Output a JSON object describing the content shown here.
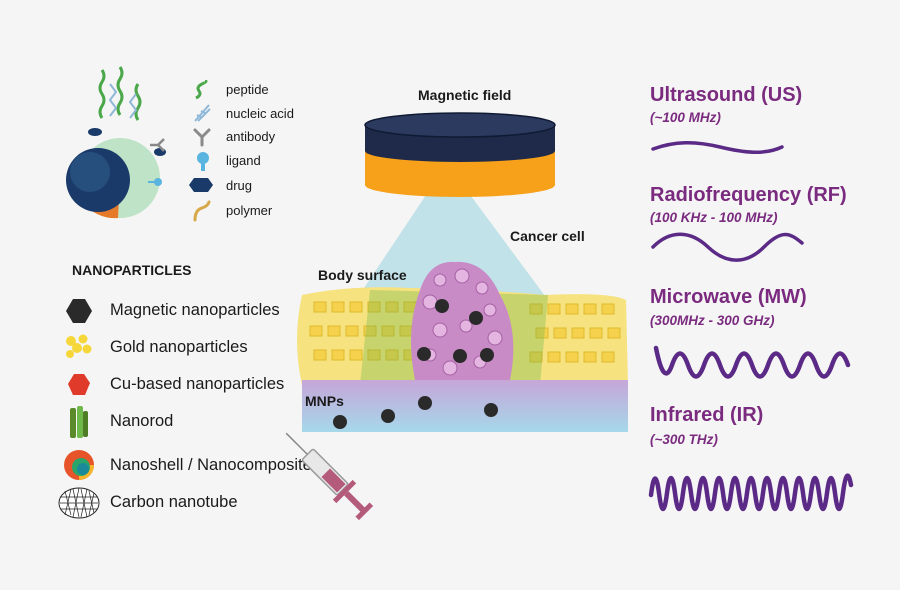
{
  "functionalization_legend": [
    {
      "icon": "peptide-icon",
      "label": "peptide"
    },
    {
      "icon": "nucleic-acid-icon",
      "label": "nucleic acid"
    },
    {
      "icon": "antibody-icon",
      "label": "antibody"
    },
    {
      "icon": "ligand-icon",
      "label": "ligand"
    },
    {
      "icon": "drug-icon",
      "label": "drug"
    },
    {
      "icon": "polymer-icon",
      "label": "polymer"
    }
  ],
  "nanoparticles": {
    "heading": "NANOPARTICLES",
    "items": [
      {
        "icon": "magnetic-nanoparticle-icon",
        "label": "Magnetic  nanoparticles"
      },
      {
        "icon": "gold-nanoparticle-icon",
        "label": "Gold nanoparticles"
      },
      {
        "icon": "cu-nanoparticle-icon",
        "label": "Cu-based nanoparticles"
      },
      {
        "icon": "nanorod-icon",
        "label": "Nanorod"
      },
      {
        "icon": "nanoshell-icon",
        "label": "Nanoshell / Nanocomposite"
      },
      {
        "icon": "carbon-nanotube-icon",
        "label": "Carbon nanotube"
      }
    ]
  },
  "center": {
    "magnetic_field": "Magnetic field",
    "cancer_cell": "Cancer cell",
    "body_surface": "Body surface",
    "mnps": "MNPs"
  },
  "energy_sources": [
    {
      "title": "Ultrasound (US)",
      "range": "(~100 MHz)"
    },
    {
      "title": "Radiofrequency (RF)",
      "range": "(100 KHz - 100 MHz)"
    },
    {
      "title": "Microwave (MW)",
      "range": "(300MHz - 300 GHz)"
    },
    {
      "title": "Infrared (IR)",
      "range": "(~300 THz)"
    }
  ],
  "colors": {
    "wave_purple": "#5b2a86",
    "label_purple": "#7a2b7f",
    "magnet_top": "#1f2a4a",
    "magnet_bottom": "#f7a11a",
    "tissue_yellow": "#f6e27f",
    "cell_green": "#6fb84a",
    "tumor_pink": "#c98bc6",
    "mnp_dark": "#2a2a2a"
  }
}
